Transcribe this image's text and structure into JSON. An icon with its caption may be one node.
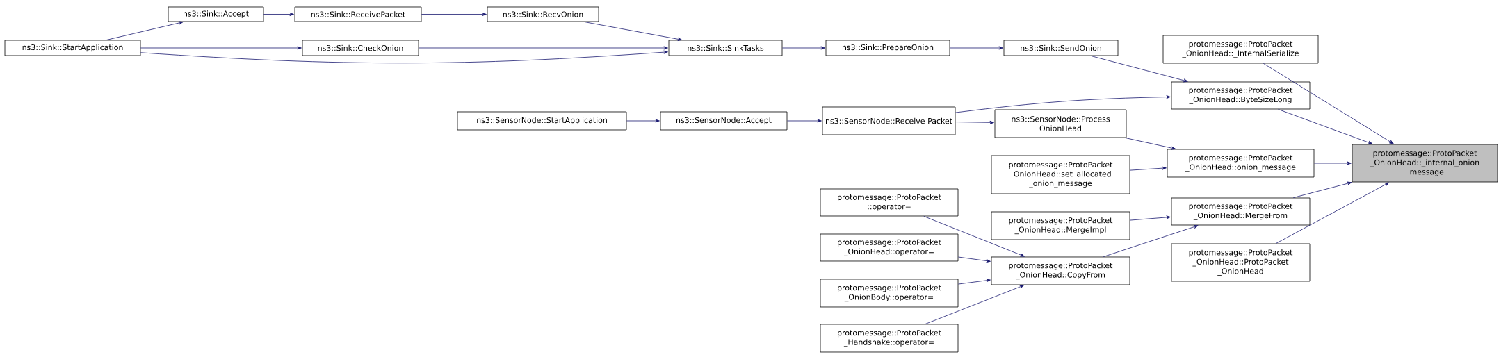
{
  "diagram": {
    "nodes": [
      {
        "text": [
          "ns3::Sink::StartApplication"
        ]
      },
      {
        "text": [
          "ns3::Sink::Accept"
        ]
      },
      {
        "text": [
          "ns3::Sink::ReceivePacket"
        ]
      },
      {
        "text": [
          "ns3::Sink::RecvOnion"
        ]
      },
      {
        "text": [
          "ns3::Sink::CheckOnion"
        ]
      },
      {
        "text": [
          "ns3::Sink::SinkTasks"
        ]
      },
      {
        "text": [
          "ns3::Sink::PrepareOnion"
        ]
      },
      {
        "text": [
          "ns3::Sink::SendOnion"
        ]
      },
      {
        "text": [
          "ns3::SensorNode::StartApplication"
        ]
      },
      {
        "text": [
          "ns3::SensorNode::Accept"
        ]
      },
      {
        "text": [
          "ns3::SensorNode::Receive Packet"
        ]
      },
      {
        "text": [
          "ns3::SensorNode::Process OnionHead"
        ]
      },
      {
        "text": [
          "protomessage::ProtoPacket _OnionHead::_InternalSerialize"
        ]
      },
      {
        "text": [
          "protomessage::ProtoPacket _OnionHead::ByteSizeLong"
        ]
      },
      {
        "text": [
          "protomessage::ProtoPacket _OnionHead::set_allocated _onion_message"
        ]
      },
      {
        "text": [
          "protomessage::ProtoPacket _OnionHead::onion_message"
        ]
      },
      {
        "text": [
          "protomessage::ProtoPacket ::operator="
        ]
      },
      {
        "text": [
          "protomessage::ProtoPacket _OnionHead::operator="
        ]
      },
      {
        "text": [
          "protomessage::ProtoPacket _OnionBody::operator="
        ]
      },
      {
        "text": [
          "protomessage::ProtoPacket _Handshake::operator="
        ]
      },
      {
        "text": [
          "protomessage::ProtoPacket _OnionHead::MergeImpl"
        ]
      },
      {
        "text": [
          "protomessage::ProtoPacket _OnionHead::CopyFrom"
        ]
      },
      {
        "text": [
          "protomessage::ProtoPacket _OnionHead::MergeFrom"
        ]
      },
      {
        "text": [
          "protomessage::ProtoPacket _OnionHead::ProtoPacket _OnionHead"
        ]
      },
      {
        "text": [
          "protomessage::ProtoPacket _OnionHead::_internal_onion _message"
        ]
      }
    ],
    "edges": [
      {
        "from": 0,
        "to": 1,
        "arrow": "to"
      },
      {
        "from": 0,
        "to": 4,
        "arrow": "to"
      },
      {
        "from": 0,
        "to": 5,
        "arrow": "to"
      },
      {
        "from": 1,
        "to": 2,
        "arrow": "to"
      },
      {
        "from": 2,
        "to": 3,
        "arrow": "to"
      },
      {
        "from": 3,
        "to": 5,
        "arrow": "to"
      },
      {
        "from": 4,
        "to": 5,
        "arrow": "to"
      },
      {
        "from": 5,
        "to": 6,
        "arrow": "to"
      },
      {
        "from": 6,
        "to": 7,
        "arrow": "to"
      },
      {
        "from": 7,
        "to": 13,
        "arrow": "to"
      },
      {
        "from": 8,
        "to": 9,
        "arrow": "to"
      },
      {
        "from": 9,
        "to": 10,
        "arrow": "to"
      },
      {
        "from": 10,
        "to": 13,
        "arrow": "to"
      },
      {
        "from": 10,
        "to": 11,
        "arrow": "to"
      },
      {
        "from": 11,
        "to": 15,
        "arrow": "to"
      },
      {
        "from": 14,
        "to": 15,
        "arrow": "to"
      },
      {
        "from": 12,
        "to": 24,
        "arrow": "to"
      },
      {
        "from": 13,
        "to": 24,
        "arrow": "to"
      },
      {
        "from": 15,
        "to": 24,
        "arrow": "to"
      },
      {
        "from": 22,
        "to": 24,
        "arrow": "to"
      },
      {
        "from": 23,
        "to": 24,
        "arrow": "to"
      },
      {
        "from": 16,
        "to": 21,
        "arrow": "to"
      },
      {
        "from": 17,
        "to": 21,
        "arrow": "to"
      },
      {
        "from": 18,
        "to": 21,
        "arrow": "to"
      },
      {
        "from": 19,
        "to": 21,
        "arrow": "to"
      },
      {
        "from": 20,
        "to": 22,
        "arrow": "to"
      },
      {
        "from": 21,
        "to": 22,
        "arrow": "to"
      }
    ]
  }
}
